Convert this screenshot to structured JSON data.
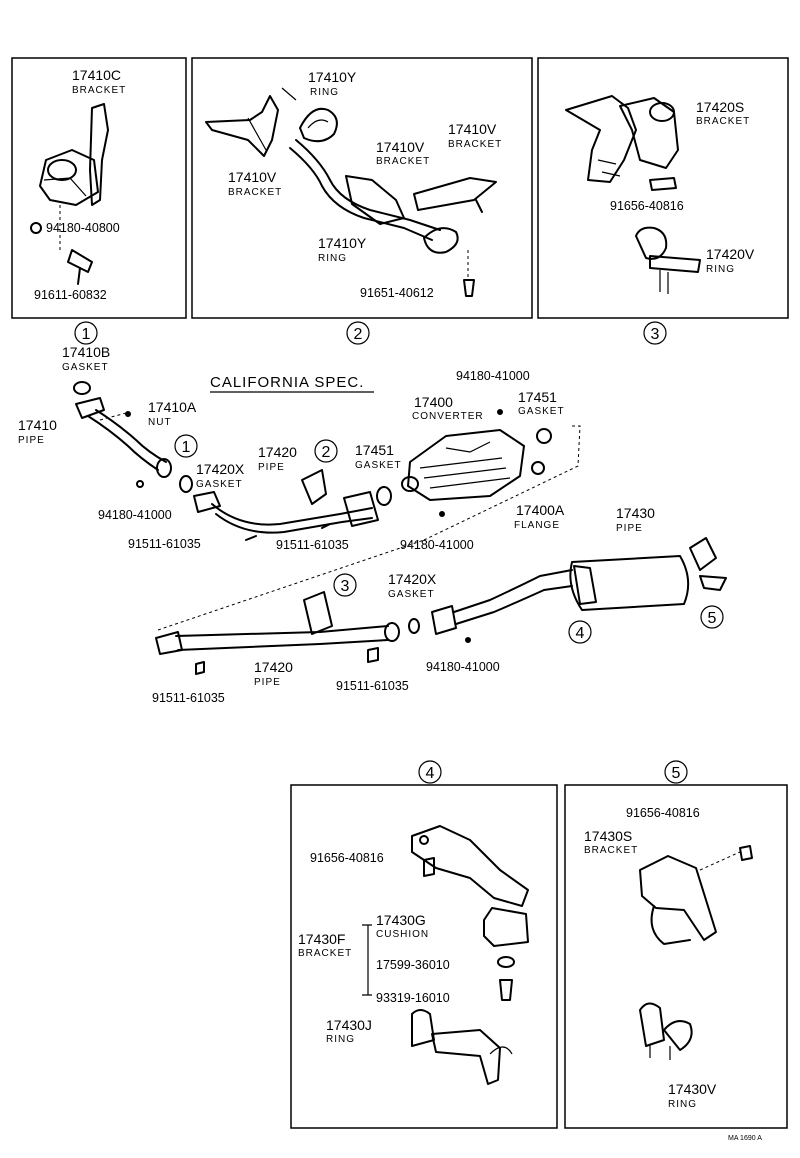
{
  "title": "CALIFORNIA SPEC.",
  "footer_code": "MA 1690 A",
  "circle_labels": [
    "1",
    "2",
    "3",
    "4",
    "5"
  ],
  "box1": {
    "l1_num": "17410C",
    "l1_name": "BRACKET",
    "l2_num": "94180-40800",
    "l3_num": "91611-60832"
  },
  "box2": {
    "l1_num": "17410Y",
    "l1_name": "RING",
    "l2_num": "17410V",
    "l2_name": "BRACKET",
    "l3_num": "17410V",
    "l3_name": "BRACKET",
    "l4_num": "17410V",
    "l4_name": "BRACKET",
    "l5_num": "17410Y",
    "l5_name": "RING",
    "l6_num": "91651-40612"
  },
  "box3": {
    "l1_num": "17420S",
    "l1_name": "BRACKET",
    "l2_num": "91656-40816",
    "l3_num": "17420V",
    "l3_name": "RING"
  },
  "main": {
    "gasket_b_num": "17410B",
    "gasket_b_name": "GASKET",
    "nut_num": "17410A",
    "nut_name": "NUT",
    "pipe1_num": "17410",
    "pipe1_name": "PIPE",
    "nut2_num": "94180-41000",
    "gasket_x1_num": "17420X",
    "gasket_x1_name": "GASKET",
    "pipe2_num": "17420",
    "pipe2_name": "PIPE",
    "bolt1_num": "91511-61035",
    "bolt2_num": "91511-61035",
    "gasket451a_num": "17451",
    "gasket451a_name": "GASKET",
    "nut3_num": "94180-41000",
    "conv_num": "17400",
    "conv_name": "CONVERTER",
    "gasket451b_num": "17451",
    "gasket451b_name": "GASKET",
    "flange_num": "17400A",
    "flange_name": "FLANGE",
    "nut4_num": "94180-41000",
    "pipe3_num": "17430",
    "pipe3_name": "PIPE",
    "gasket_x2_num": "17420X",
    "gasket_x2_name": "GASKET",
    "pipe4_num": "17420",
    "pipe4_name": "PIPE",
    "bolt3_num": "91511-61035",
    "bolt4_num": "91511-61035",
    "nut5_num": "94180-41000"
  },
  "box4": {
    "l1_num": "91656-40816",
    "l2_num": "17430G",
    "l2_name": "CUSHION",
    "l3_num": "17430F",
    "l3_name": "BRACKET",
    "l4_num": "17599-36010",
    "l5_num": "93319-16010",
    "l6_num": "17430J",
    "l6_name": "RING"
  },
  "box5": {
    "l1_num": "91656-40816",
    "l2_num": "17430S",
    "l2_name": "BRACKET",
    "l3_num": "17430V",
    "l3_name": "RING"
  }
}
